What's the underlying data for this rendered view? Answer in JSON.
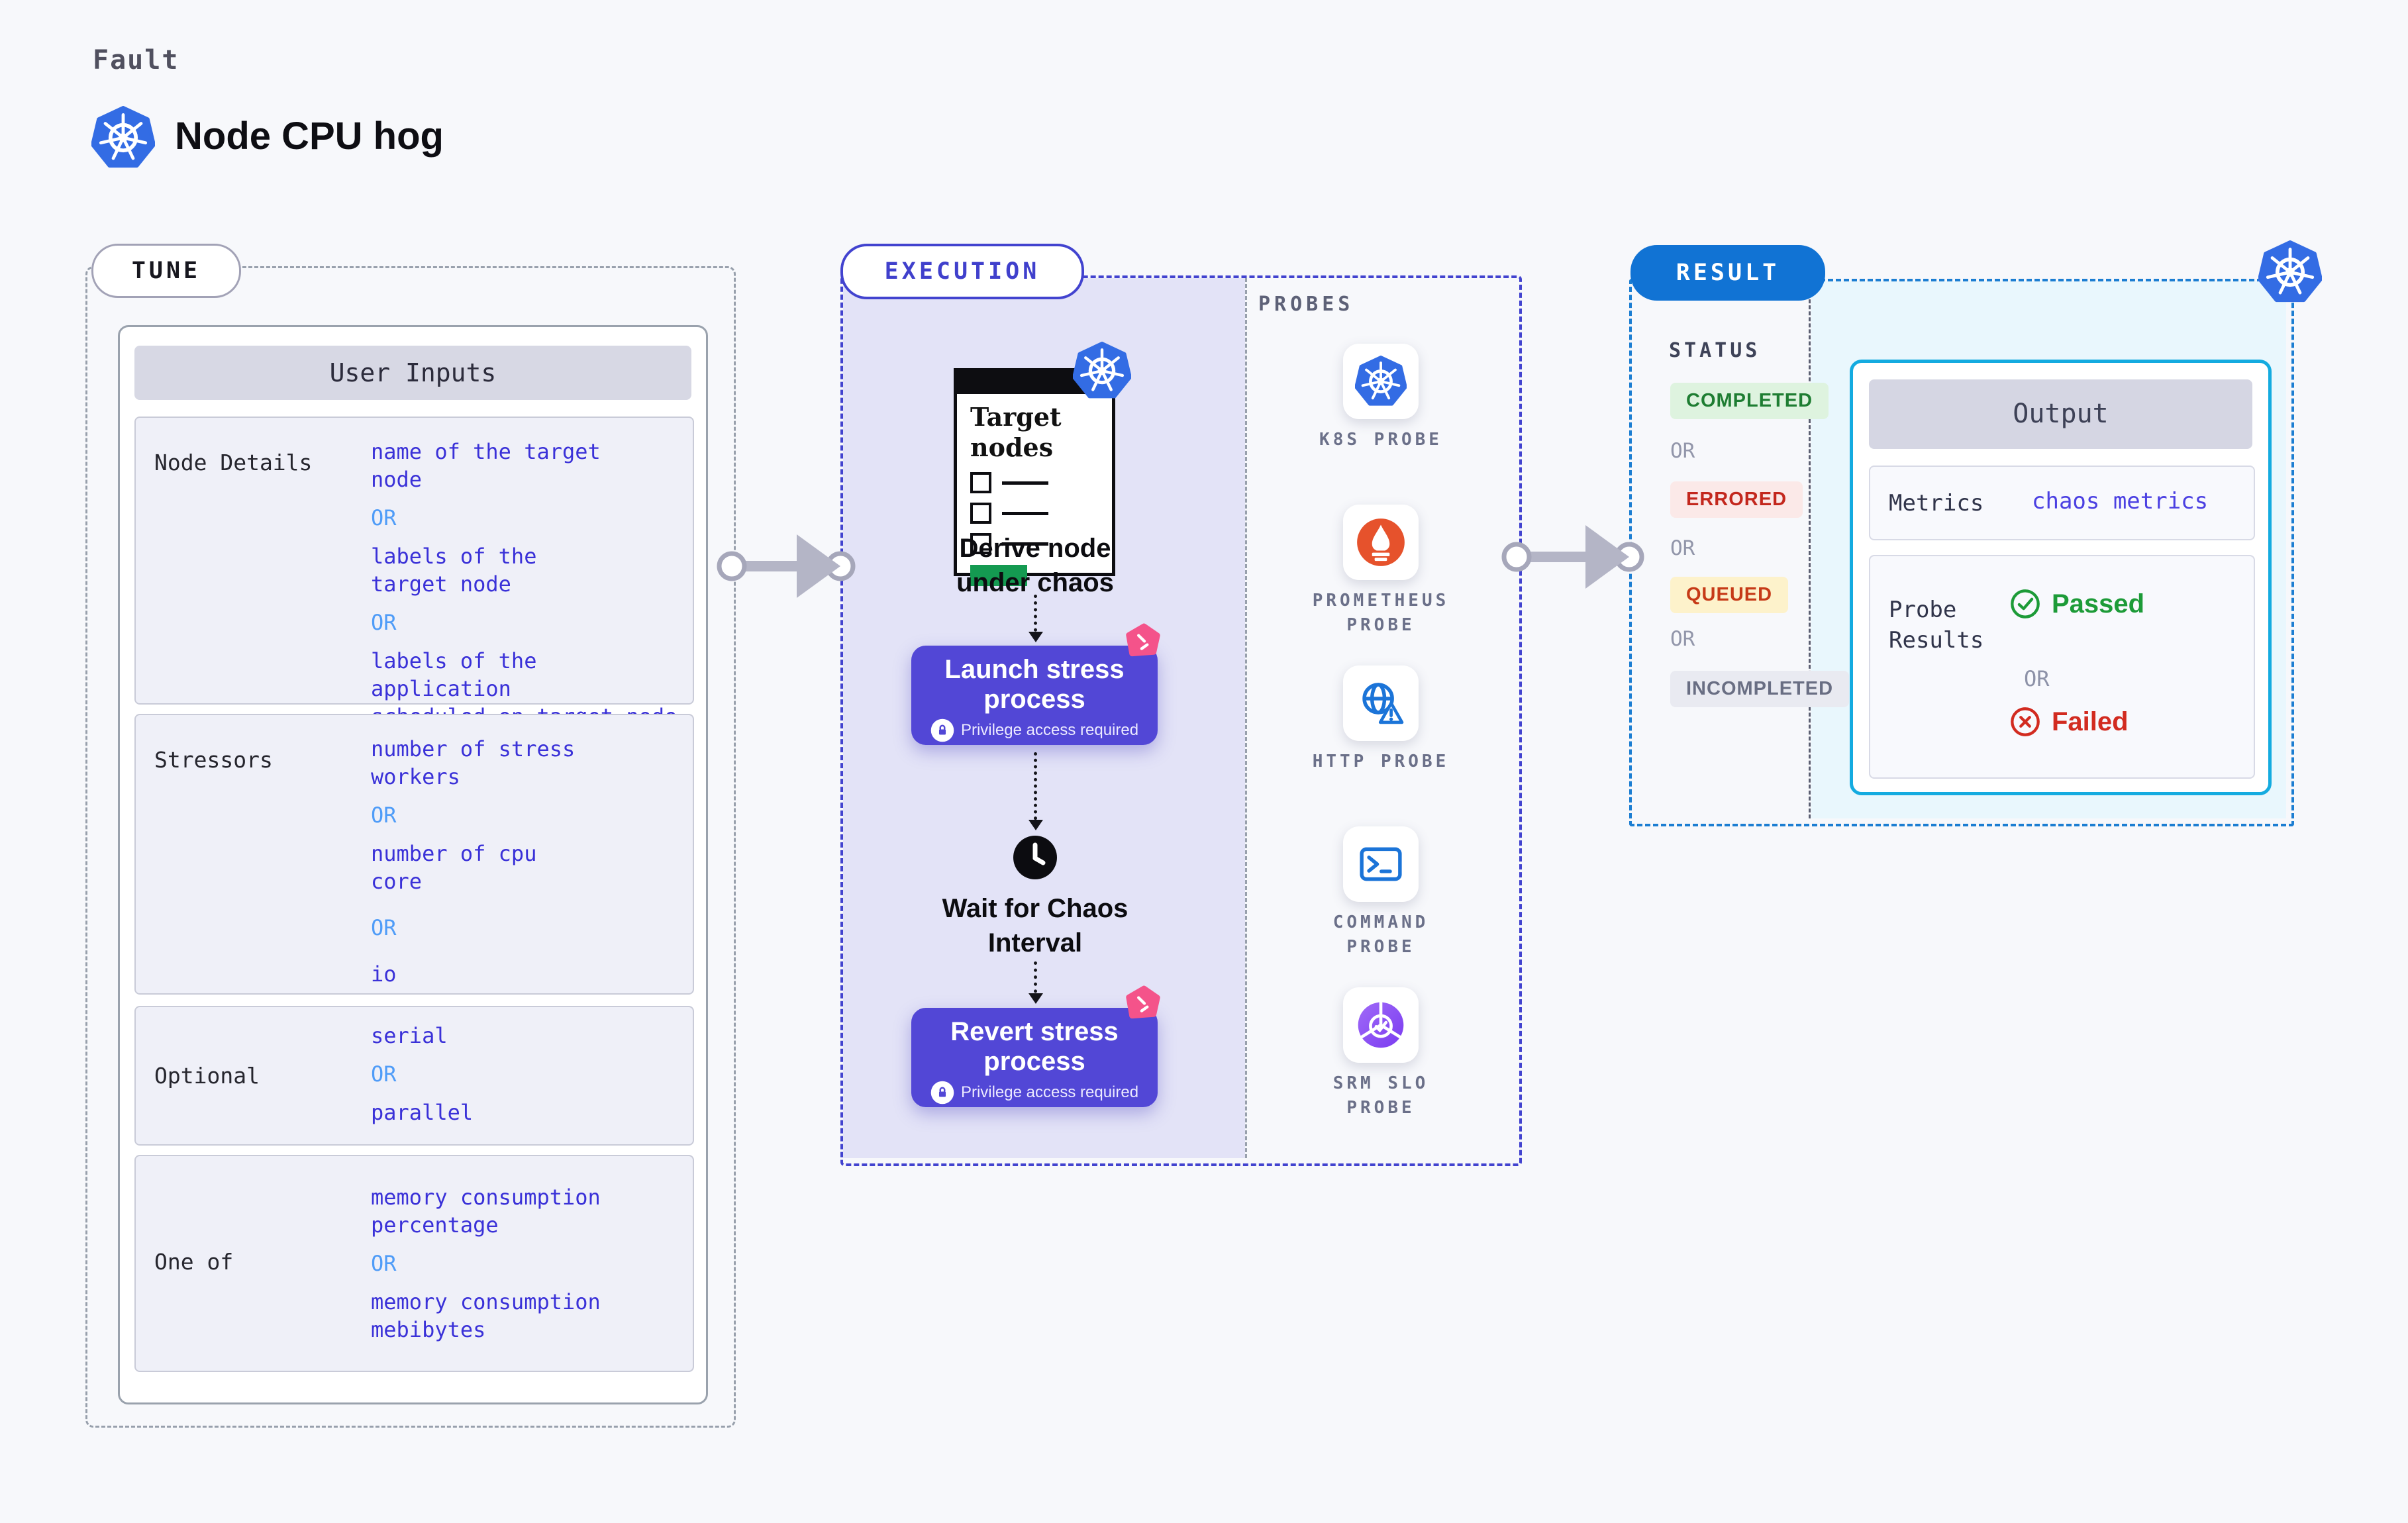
{
  "page": {
    "eyebrow": "Fault",
    "title": "Node CPU hog"
  },
  "tune": {
    "pill": "TUNE",
    "table_header": "User Inputs",
    "or": "OR",
    "rows": [
      {
        "label": "Node Details",
        "items": [
          "name of the target\nnode",
          "labels of the\ntarget node",
          "labels of the application\n scheduled on target node"
        ]
      },
      {
        "label": "Stressors",
        "items": [
          "number of stress\nworkers",
          "number of cpu\ncore",
          "io"
        ]
      },
      {
        "label": "Optional",
        "items": [
          "serial",
          "parallel"
        ]
      },
      {
        "label": "One of",
        "items": [
          "memory consumption\npercentage",
          "memory consumption\nmebibytes"
        ]
      }
    ]
  },
  "execution": {
    "pill": "EXECUTION",
    "window_title": "Target nodes",
    "derive_label": "Derive node under chaos",
    "launch_label": "Launch stress process",
    "revert_label": "Revert stress process",
    "privilege_note": "Privilege access required",
    "wait_label": "Wait for Chaos Interval"
  },
  "probes": {
    "heading": "PROBES",
    "items": [
      {
        "label": "K8S PROBE",
        "icon": "kubernetes-icon"
      },
      {
        "label": "PROMETHEUS PROBE",
        "icon": "prometheus-icon"
      },
      {
        "label": "HTTP PROBE",
        "icon": "http-globe-icon"
      },
      {
        "label": "COMMAND PROBE",
        "icon": "terminal-icon"
      },
      {
        "label": "SRM SLO PROBE",
        "icon": "slo-gauge-icon"
      }
    ]
  },
  "result": {
    "pill": "RESULT",
    "status_heading": "STATUS",
    "or": "OR",
    "statuses": [
      {
        "label": "COMPLETED",
        "color": "#1e7d32",
        "bg": "#def3df"
      },
      {
        "label": "ERRORED",
        "color": "#c3271d",
        "bg": "#fbe9e8"
      },
      {
        "label": "QUEUED",
        "color": "#c63a17",
        "bg": "#fdf2cb"
      },
      {
        "label": "INCOMPLETED",
        "color": "#696e83",
        "bg": "#e9eaf1"
      }
    ],
    "output": {
      "header": "Output",
      "metrics_label": "Metrics",
      "metrics_value": "chaos metrics",
      "probe_results_label": "Probe Results",
      "passed": "Passed",
      "or": "OR",
      "failed": "Failed"
    }
  },
  "colors": {
    "page_bg": "#f7f8fb",
    "accent_indigo": "#4243cf",
    "value_text": "#3a31d8",
    "or_blue": "#4f9cf8",
    "lavender_panel": "#e3e3f7",
    "k8s_blue": "#336ce4",
    "stress_button": "#5247d6",
    "pink_deco": "#f4538a",
    "result_blue": "#1173d4",
    "output_border": "#14abe0",
    "cyan_fill": "#e9f7fd",
    "passed_green": "#1d9b38",
    "failed_red": "#d22b20",
    "prometheus_orange": "#e6522c",
    "probe_icon_blue": "#1b74d8",
    "srm_purple": "#8b5cf6",
    "arrow_gray": "#b4b5c6"
  }
}
